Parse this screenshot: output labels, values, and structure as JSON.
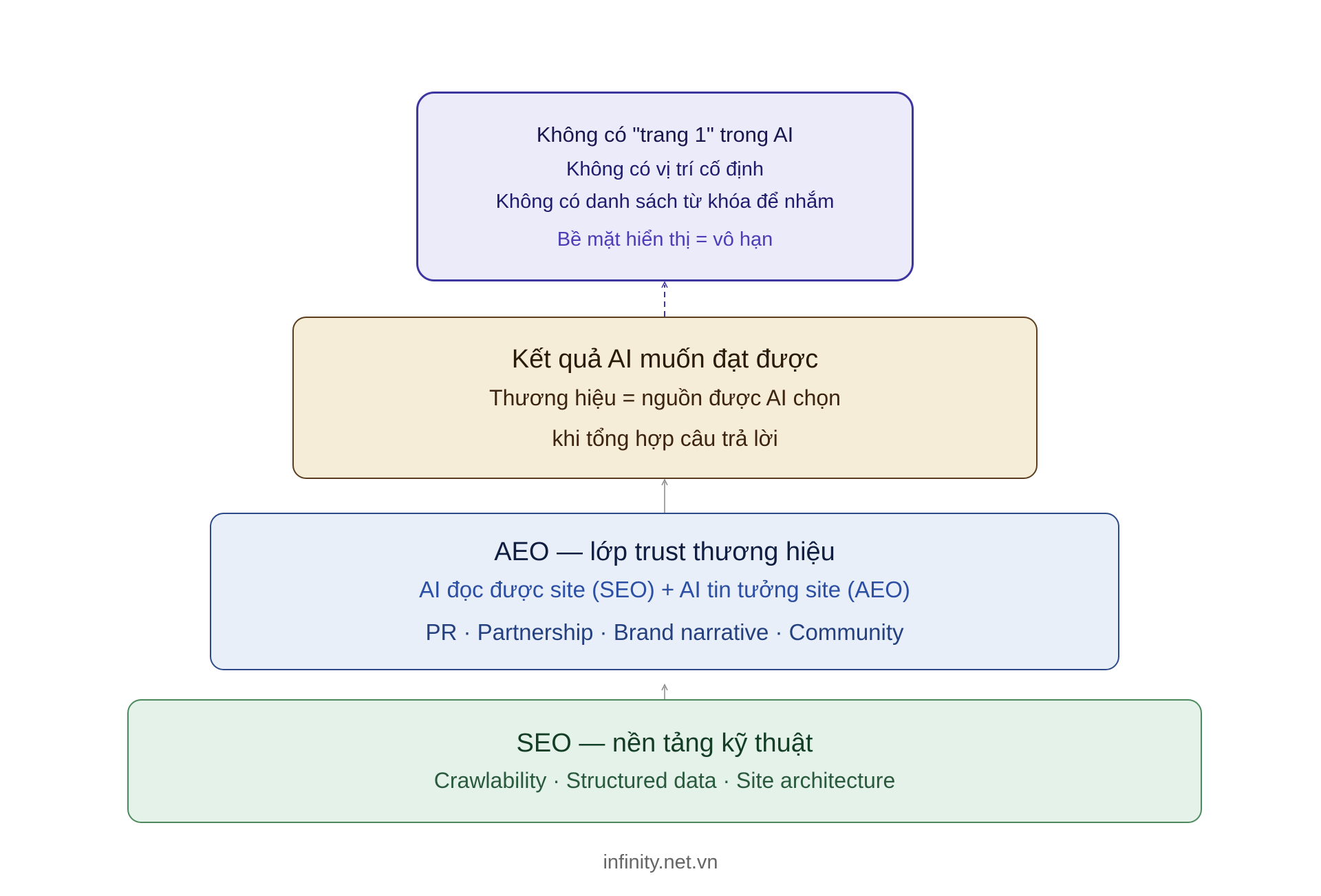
{
  "layers": {
    "top": {
      "title": "Không có \"trang 1\" trong AI",
      "line1": "Không có vị trí cố định",
      "line2": "Không có danh sách từ khóa để nhắm",
      "line3": "Bề mặt hiển thị = vô hạn",
      "border_color": "#3d35a0",
      "fill_color": "#ecebfa"
    },
    "result": {
      "title": "Kết quả AI muốn đạt được",
      "line1": "Thương hiệu = nguồn được AI chọn",
      "line2": "khi tổng hợp câu trả lời",
      "border_color": "#5a3d1e",
      "fill_color": "#f5edd7"
    },
    "aeo": {
      "title": "AEO — lớp trust thương hiệu",
      "line1": "AI đọc được site (SEO) + AI tin tưởng site (AEO)",
      "line2": "PR · Partnership · Brand narrative · Community",
      "border_color": "#2c4a8a",
      "fill_color": "#e8eff9"
    },
    "seo": {
      "title": "SEO — nền tảng kỹ thuật",
      "line1": "Crawlability · Structured data · Site architecture",
      "border_color": "#4c8a5e",
      "fill_color": "#e5f2ea"
    }
  },
  "connectors": [
    {
      "from": "result",
      "to": "top",
      "style": "dashed",
      "color": "#3d35a0"
    },
    {
      "from": "aeo",
      "to": "result",
      "style": "solid",
      "color": "#888888"
    },
    {
      "from": "seo",
      "to": "aeo",
      "style": "solid",
      "color": "#888888"
    }
  ],
  "footer": {
    "text": "infinity.net.vn"
  }
}
